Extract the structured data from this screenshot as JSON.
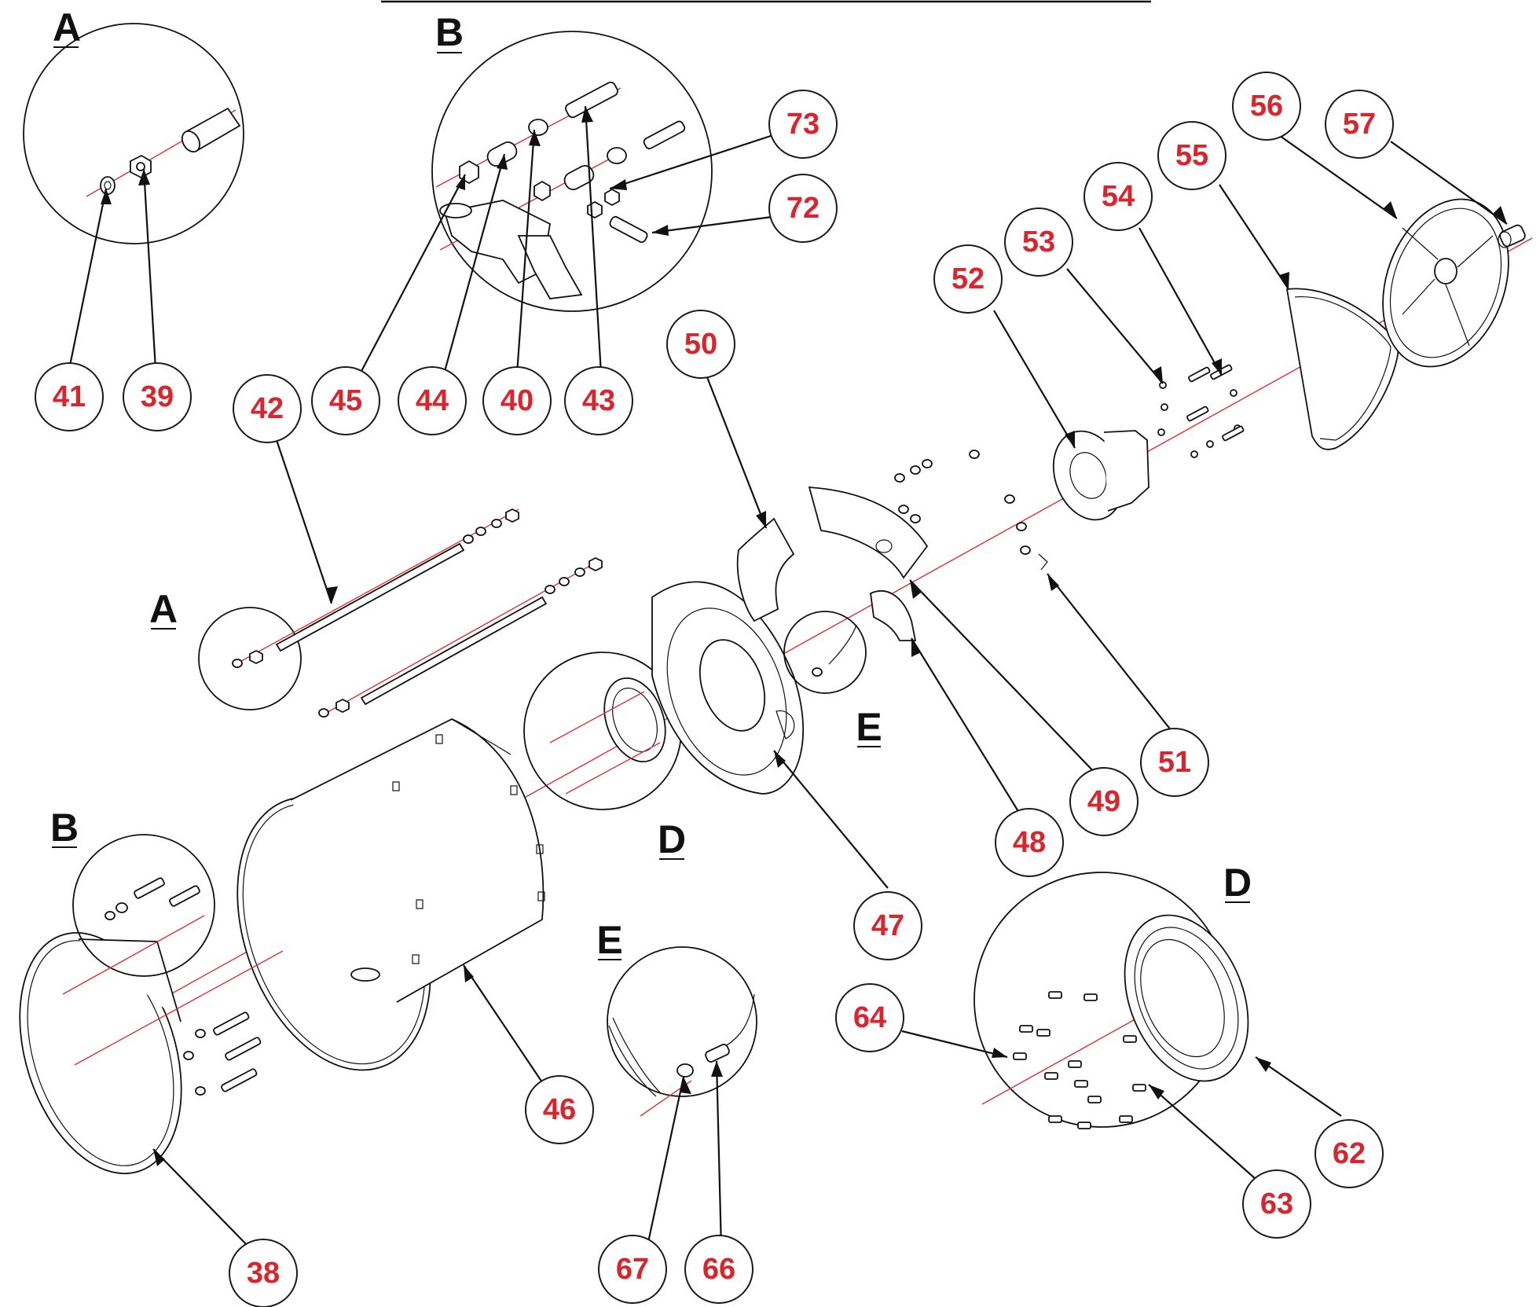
{
  "colors": {
    "callout_text": "#d8262e",
    "line": "#111111",
    "axis": "#e03030",
    "background": "#ffffff"
  },
  "detail_letters": [
    "A",
    "B",
    "A",
    "B",
    "D",
    "E",
    "E",
    "D"
  ],
  "callouts": [
    {
      "id": "41"
    },
    {
      "id": "39"
    },
    {
      "id": "45"
    },
    {
      "id": "44"
    },
    {
      "id": "40"
    },
    {
      "id": "43"
    },
    {
      "id": "73"
    },
    {
      "id": "72"
    },
    {
      "id": "42"
    },
    {
      "id": "50"
    },
    {
      "id": "52"
    },
    {
      "id": "53"
    },
    {
      "id": "54"
    },
    {
      "id": "55"
    },
    {
      "id": "56"
    },
    {
      "id": "57"
    },
    {
      "id": "51"
    },
    {
      "id": "49"
    },
    {
      "id": "48"
    },
    {
      "id": "47"
    },
    {
      "id": "46"
    },
    {
      "id": "38"
    },
    {
      "id": "67"
    },
    {
      "id": "66"
    },
    {
      "id": "64"
    },
    {
      "id": "62"
    },
    {
      "id": "63"
    }
  ]
}
